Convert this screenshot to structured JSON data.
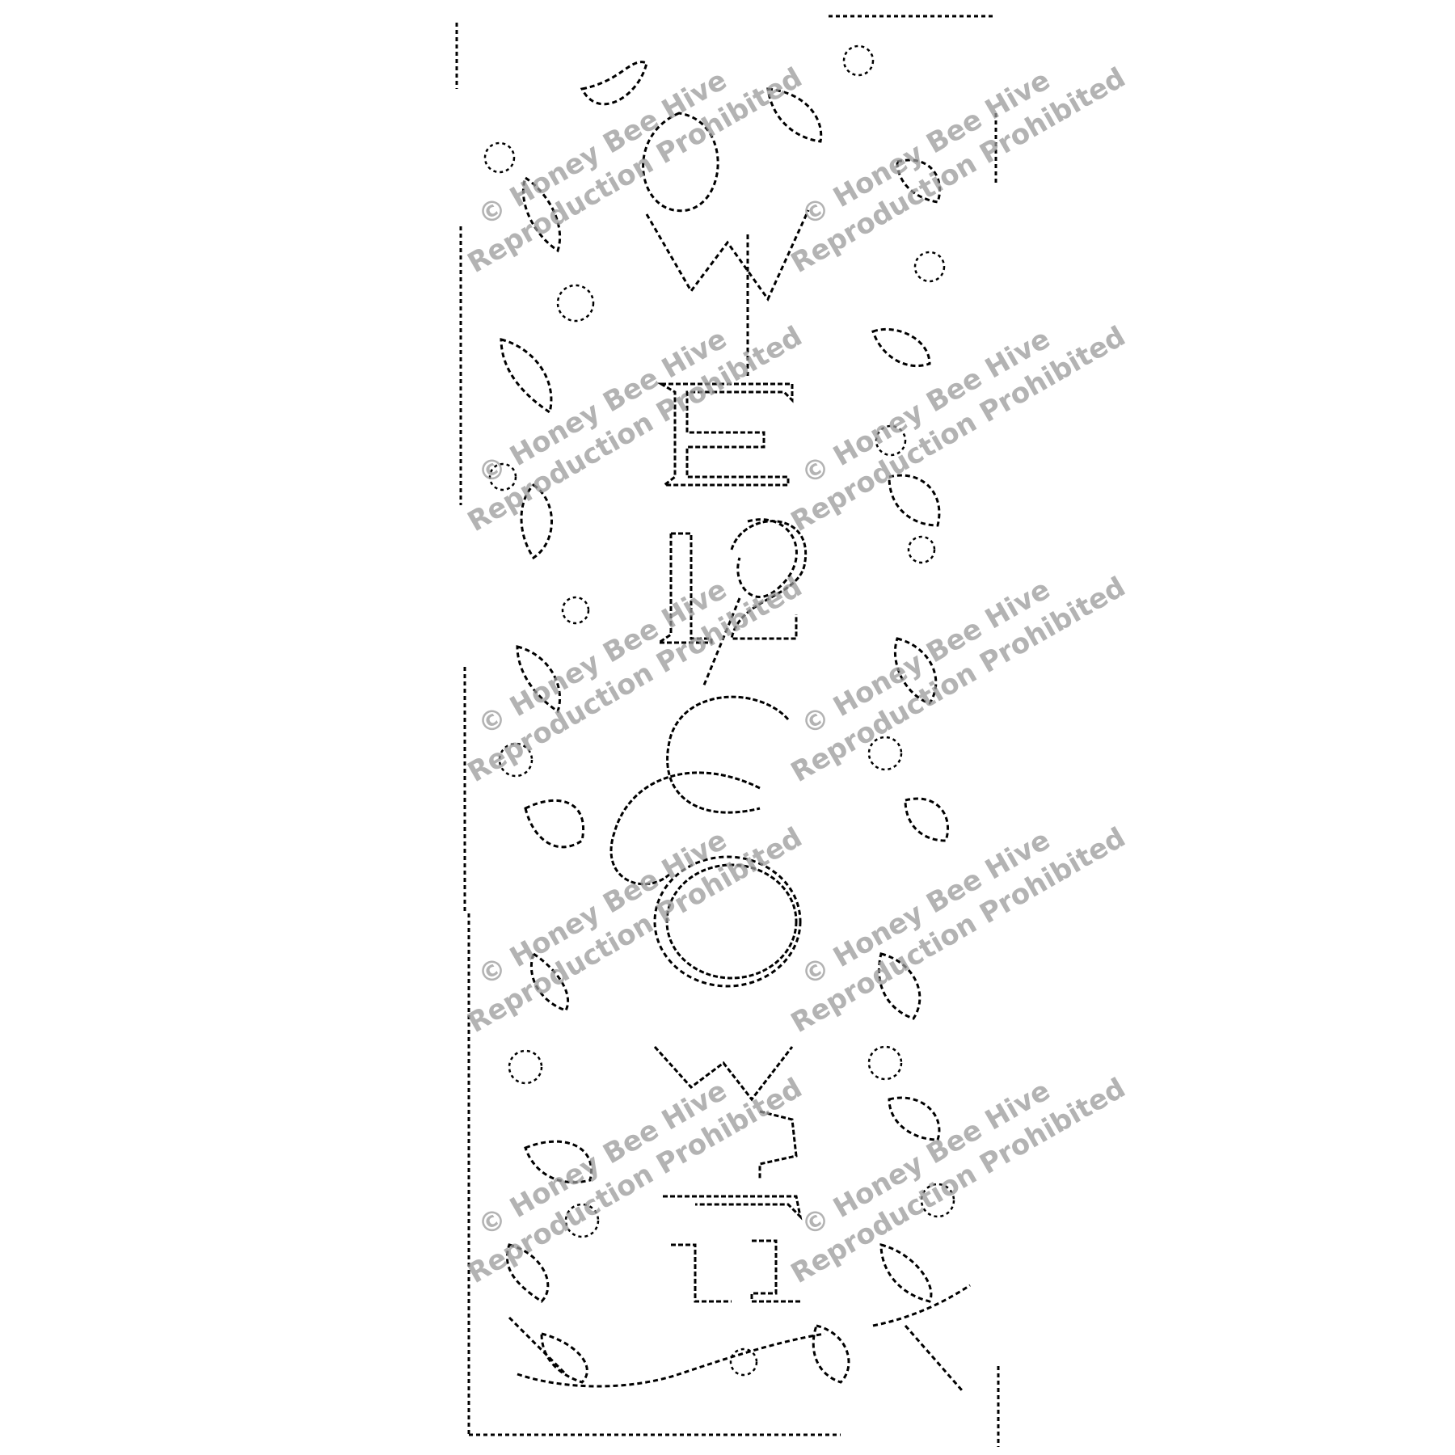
{
  "pattern": {
    "letters": [
      "E",
      "I",
      "2",
      "C",
      "S",
      "O",
      "W",
      "E",
      "L",
      "E"
    ],
    "ink_color": "#000000",
    "background_color": "#ffffff"
  },
  "watermark": {
    "line1": "© Honey Bee Hive",
    "line2": "Reproduction Prohibited",
    "color": "#9a9a9a"
  }
}
